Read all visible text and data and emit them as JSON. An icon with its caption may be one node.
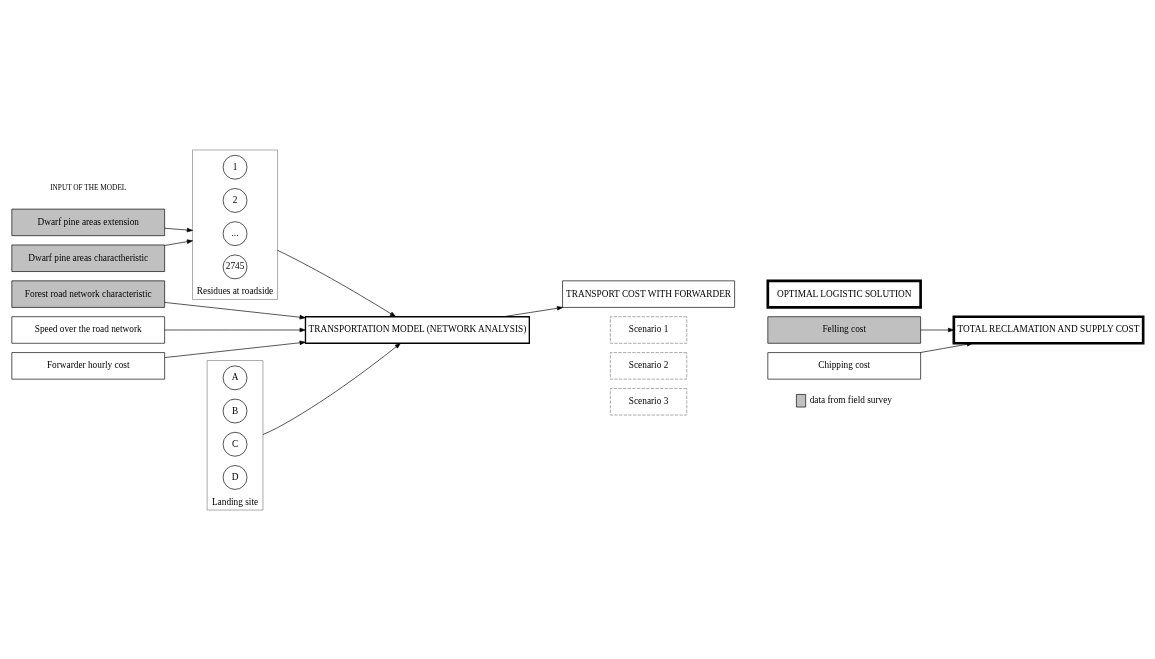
{
  "diagram": {
    "nodes": [
      {
        "text": [
          "Dwarf pine areas extension"
        ]
      },
      {
        "text": [
          "Dwarf pine areas charactheristic"
        ]
      },
      {
        "text": [
          "Forest road network characteristic"
        ]
      },
      {
        "text": [
          "Speed over the road network"
        ]
      },
      {
        "text": [
          "Forwarder hourly cost"
        ]
      },
      {
        "text": [
          "Residues at roadside"
        ]
      },
      {
        "text": [
          "1"
        ],
        "in": 5
      },
      {
        "text": [
          "2"
        ],
        "in": 5
      },
      {
        "text": [
          "..."
        ],
        "in": 5
      },
      {
        "text": [
          "2745"
        ],
        "in": 5
      },
      {
        "text": [
          "Landing site"
        ]
      },
      {
        "text": [
          "A"
        ],
        "in": 10
      },
      {
        "text": [
          "B"
        ],
        "in": 10
      },
      {
        "text": [
          "C"
        ],
        "in": 10
      },
      {
        "text": [
          "D"
        ],
        "in": 10
      },
      {
        "text": [
          "TRANSPORTATION MODEL (NETWORK ANALYSIS)"
        ]
      },
      {
        "text": [
          "Scenario 1"
        ]
      },
      {
        "text": [
          "Scenario 2"
        ]
      },
      {
        "text": [
          "Scenario 3"
        ]
      },
      {
        "text": [
          "TRANSPORT COST WITH FORWARDER"
        ]
      },
      {
        "text": [
          "Felling cost"
        ]
      },
      {
        "text": [
          "Chipping cost"
        ]
      },
      {
        "text": [
          "OPTIMAL LOGISTIC SOLUTION"
        ]
      },
      {
        "text": [
          "TOTAL RECLAMATION AND SUPPLY COST"
        ]
      }
    ],
    "edges": [
      {
        "from": 0,
        "to": 5,
        "arrow": "to"
      },
      {
        "from": 1,
        "to": 5,
        "arrow": "to"
      },
      {
        "from": 2,
        "to": 15,
        "arrow": "to"
      },
      {
        "from": 3,
        "to": 15,
        "arrow": "to"
      },
      {
        "from": 4,
        "to": 15,
        "arrow": "to"
      },
      {
        "from": 5,
        "to": 15,
        "arrow": "to"
      },
      {
        "from": 10,
        "to": 15,
        "arrow": "to"
      },
      {
        "from": 15,
        "to": 19,
        "arrow": "to"
      },
      {
        "from": 20,
        "to": 23,
        "arrow": "to"
      },
      {
        "from": 21,
        "to": 23,
        "arrow": "to"
      }
    ],
    "labels": [
      "INPUT OF THE MODEL"
    ],
    "legend": [
      {
        "text": "data from field survey",
        "color": "#c0c0c0"
      }
    ]
  }
}
